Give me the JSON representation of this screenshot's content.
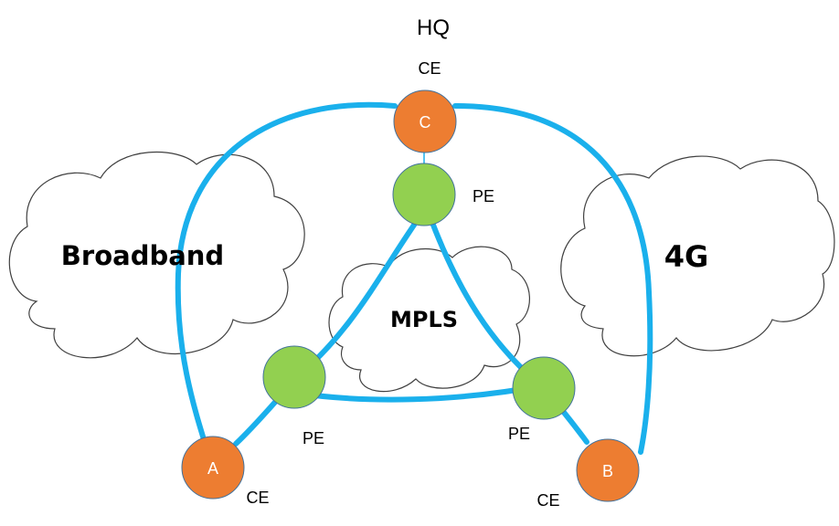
{
  "title": "HQ",
  "colors": {
    "link": "#1ab0ec",
    "ce_fill": "#ed7d31",
    "pe_fill": "#92d050",
    "node_stroke": "#41719c",
    "cloud_stroke": "#404040"
  },
  "clouds": {
    "broadband": "Broadband",
    "mpls": "MPLS",
    "lte": "4G"
  },
  "nodes": {
    "c": {
      "label": "C",
      "role": "CE"
    },
    "a": {
      "label": "A",
      "role": "CE"
    },
    "b": {
      "label": "B",
      "role": "CE"
    },
    "pe_top": {
      "role": "PE"
    },
    "pe_left": {
      "role": "PE"
    },
    "pe_right": {
      "role": "PE"
    }
  }
}
